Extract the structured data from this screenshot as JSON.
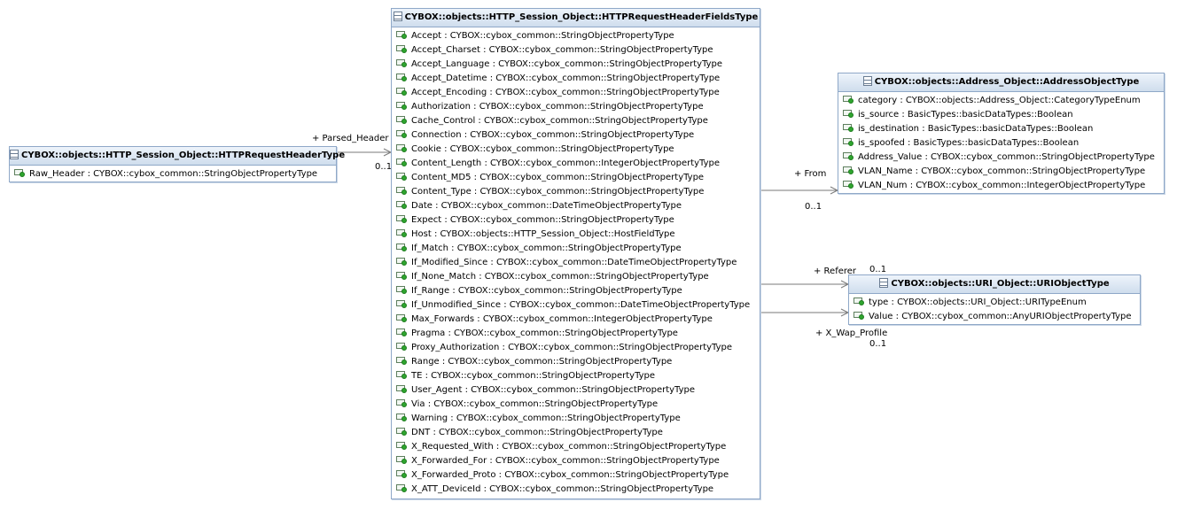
{
  "classes": {
    "header_type": {
      "name": "CYBOX::objects::HTTP_Session_Object::HTTPRequestHeaderType",
      "attributes": [
        "Raw_Header : CYBOX::cybox_common::StringObjectPropertyType"
      ]
    },
    "fields_type": {
      "name": "CYBOX::objects::HTTP_Session_Object::HTTPRequestHeaderFieldsType",
      "attributes": [
        "Accept : CYBOX::cybox_common::StringObjectPropertyType",
        "Accept_Charset : CYBOX::cybox_common::StringObjectPropertyType",
        "Accept_Language : CYBOX::cybox_common::StringObjectPropertyType",
        "Accept_Datetime : CYBOX::cybox_common::StringObjectPropertyType",
        "Accept_Encoding : CYBOX::cybox_common::StringObjectPropertyType",
        "Authorization : CYBOX::cybox_common::StringObjectPropertyType",
        "Cache_Control : CYBOX::cybox_common::StringObjectPropertyType",
        "Connection : CYBOX::cybox_common::StringObjectPropertyType",
        "Cookie : CYBOX::cybox_common::StringObjectPropertyType",
        "Content_Length : CYBOX::cybox_common::IntegerObjectPropertyType",
        "Content_MD5 : CYBOX::cybox_common::StringObjectPropertyType",
        "Content_Type : CYBOX::cybox_common::StringObjectPropertyType",
        "Date : CYBOX::cybox_common::DateTimeObjectPropertyType",
        "Expect : CYBOX::cybox_common::StringObjectPropertyType",
        "Host : CYBOX::objects::HTTP_Session_Object::HostFieldType",
        "If_Match : CYBOX::cybox_common::StringObjectPropertyType",
        "If_Modified_Since : CYBOX::cybox_common::DateTimeObjectPropertyType",
        "If_None_Match : CYBOX::cybox_common::StringObjectPropertyType",
        "If_Range : CYBOX::cybox_common::StringObjectPropertyType",
        "If_Unmodified_Since : CYBOX::cybox_common::DateTimeObjectPropertyType",
        "Max_Forwards : CYBOX::cybox_common::IntegerObjectPropertyType",
        "Pragma : CYBOX::cybox_common::StringObjectPropertyType",
        "Proxy_Authorization : CYBOX::cybox_common::StringObjectPropertyType",
        "Range : CYBOX::cybox_common::StringObjectPropertyType",
        "TE : CYBOX::cybox_common::StringObjectPropertyType",
        "User_Agent : CYBOX::cybox_common::StringObjectPropertyType",
        "Via : CYBOX::cybox_common::StringObjectPropertyType",
        "Warning : CYBOX::cybox_common::StringObjectPropertyType",
        "DNT : CYBOX::cybox_common::StringObjectPropertyType",
        "X_Requested_With : CYBOX::cybox_common::StringObjectPropertyType",
        "X_Forwarded_For : CYBOX::cybox_common::StringObjectPropertyType",
        "X_Forwarded_Proto : CYBOX::cybox_common::StringObjectPropertyType",
        "X_ATT_DeviceId : CYBOX::cybox_common::StringObjectPropertyType"
      ]
    },
    "address_type": {
      "name": "CYBOX::objects::Address_Object::AddressObjectType",
      "attributes": [
        "category : CYBOX::objects::Address_Object::CategoryTypeEnum",
        "is_source : BasicTypes::basicDataTypes::Boolean",
        "is_destination : BasicTypes::basicDataTypes::Boolean",
        "is_spoofed : BasicTypes::basicDataTypes::Boolean",
        "Address_Value : CYBOX::cybox_common::StringObjectPropertyType",
        "VLAN_Name : CYBOX::cybox_common::StringObjectPropertyType",
        "VLAN_Num : CYBOX::cybox_common::IntegerObjectPropertyType"
      ]
    },
    "uri_type": {
      "name": "CYBOX::objects::URI_Object::URIObjectType",
      "attributes": [
        "type : CYBOX::objects::URI_Object::URITypeEnum",
        "Value : CYBOX::cybox_common::AnyURIObjectPropertyType"
      ]
    }
  },
  "associations": {
    "parsed_header": {
      "role": "+ Parsed_Header",
      "multiplicity": "0..1"
    },
    "from": {
      "role": "+ From",
      "multiplicity": "0..1"
    },
    "referer": {
      "role": "+ Referer",
      "multiplicity": "0..1"
    },
    "x_wap_profile": {
      "role": "+ X_Wap_Profile",
      "multiplicity": "0..1"
    }
  },
  "colors": {
    "border": "#8fa8c8",
    "header_top": "#eef4fb",
    "header_bottom": "#cfdded",
    "edge": "#7a7a7a"
  }
}
